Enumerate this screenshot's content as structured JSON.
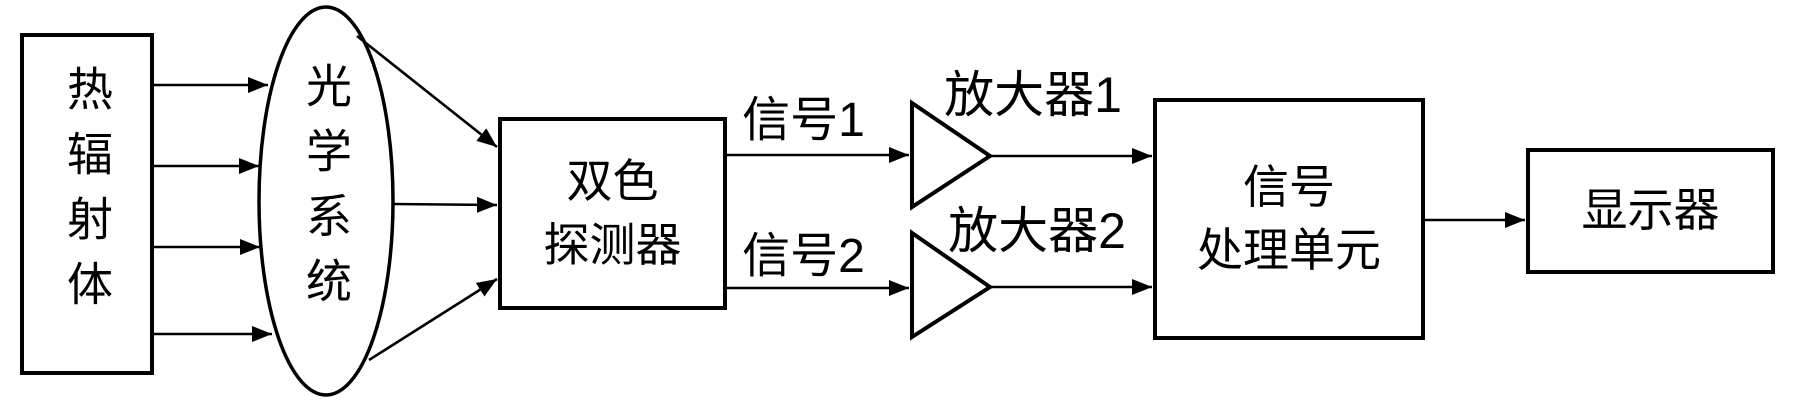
{
  "diagram": {
    "type": "block-diagram",
    "nodes": {
      "thermal_radiator": {
        "label": "热辐射体",
        "shape": "rectangle"
      },
      "optical_system": {
        "label": "光学系统",
        "shape": "ellipse"
      },
      "detector": {
        "lines": [
          "双色",
          "探测器"
        ],
        "shape": "rectangle"
      },
      "amplifier1": {
        "label": "放大器1",
        "shape": "triangle"
      },
      "amplifier2": {
        "label": "放大器2",
        "shape": "triangle"
      },
      "signal_processor": {
        "lines": [
          "信号",
          "处理单元"
        ],
        "shape": "rectangle"
      },
      "display": {
        "label": "显示器",
        "shape": "rectangle"
      }
    },
    "edge_labels": {
      "signal1": "信号1",
      "signal2": "信号2"
    },
    "colors": {
      "stroke": "#000000",
      "background": "#ffffff"
    }
  }
}
